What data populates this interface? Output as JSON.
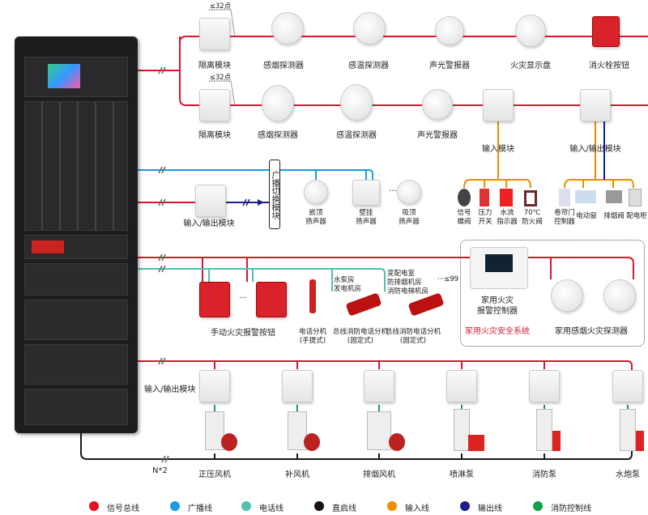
{
  "colors": {
    "signal": "#d7172f",
    "broadcast": "#1a9be0",
    "phone": "#50bfb2",
    "direct": "#1a1a1a",
    "input": "#f08c00",
    "output": "#1a1f8a",
    "control": "#12a04a"
  },
  "loop1": {
    "limit": "≤32点",
    "items": [
      "隔离模块",
      "感烟探测器",
      "感温探测器",
      "声光警报器",
      "火灾显示盘",
      "消火栓按钮"
    ]
  },
  "loop2": {
    "limit": "≤32点",
    "items": [
      "隔离模块",
      "感烟探测器",
      "感温探测器",
      "声光警报器",
      "输入模块",
      "输入/输出模块"
    ]
  },
  "input_devices": [
    {
      "l1": "信号",
      "l2": "蝶阀"
    },
    {
      "l1": "压力",
      "l2": "开关"
    },
    {
      "l1": "水流",
      "l2": "指示器"
    },
    {
      "l1": "70℃",
      "l2": "防火阀"
    }
  ],
  "io_devices": [
    {
      "l1": "卷帘门",
      "l2": "控制器"
    },
    {
      "l1": "电动窗",
      "l2": ""
    },
    {
      "l1": "排烟阀",
      "l2": ""
    },
    {
      "l1": "配电柜",
      "l2": ""
    }
  ],
  "broadcast": {
    "io_module": "输入/输出模块",
    "switch_module": "广播切换模块",
    "speakers": [
      {
        "l1": "嵌顶",
        "l2": "扬声器"
      },
      {
        "l1": "壁挂",
        "l2": "扬声器"
      },
      {
        "l1": "吸顶",
        "l2": "扬声器"
      }
    ],
    "ellipsis": "···"
  },
  "phone": {
    "manual_button": "手动火灾报警按钮",
    "ellipsis": "···",
    "handset": {
      "l1": "电话分机",
      "l2": "(手提式)"
    },
    "fixed1": {
      "rooms": [
        "水泵房",
        "发电机房"
      ],
      "l1": "总线消防电话分机",
      "l2": "(固定式)"
    },
    "fixed2": {
      "rooms": [
        "变配电室",
        "防排烟机房",
        "消防电梯机房"
      ],
      "l1": "总线消防电话分机",
      "l2": "(固定式)"
    },
    "limit": "···≤99"
  },
  "home": {
    "controller_l1": "家用火灾",
    "controller_l2": "报警控制器",
    "system": "家用火灾安全系统",
    "detector": "家用感烟火灾探测器"
  },
  "linkage": {
    "module": "输入/输出模块",
    "count": "N*2",
    "equipment": [
      "正压风机",
      "补风机",
      "排烟风机",
      "喷淋泵",
      "消防泵",
      "水炮泵"
    ]
  },
  "legend": [
    {
      "label": "信号总线",
      "color": "#e0141e"
    },
    {
      "label": "广播线",
      "color": "#1a9be0"
    },
    {
      "label": "电话线",
      "color": "#50bfb2"
    },
    {
      "label": "直启线",
      "color": "#1a1111"
    },
    {
      "label": "输入线",
      "color": "#f08c00"
    },
    {
      "label": "输出线",
      "color": "#1a1f8a"
    },
    {
      "label": "消防控制线",
      "color": "#12a04a"
    }
  ]
}
